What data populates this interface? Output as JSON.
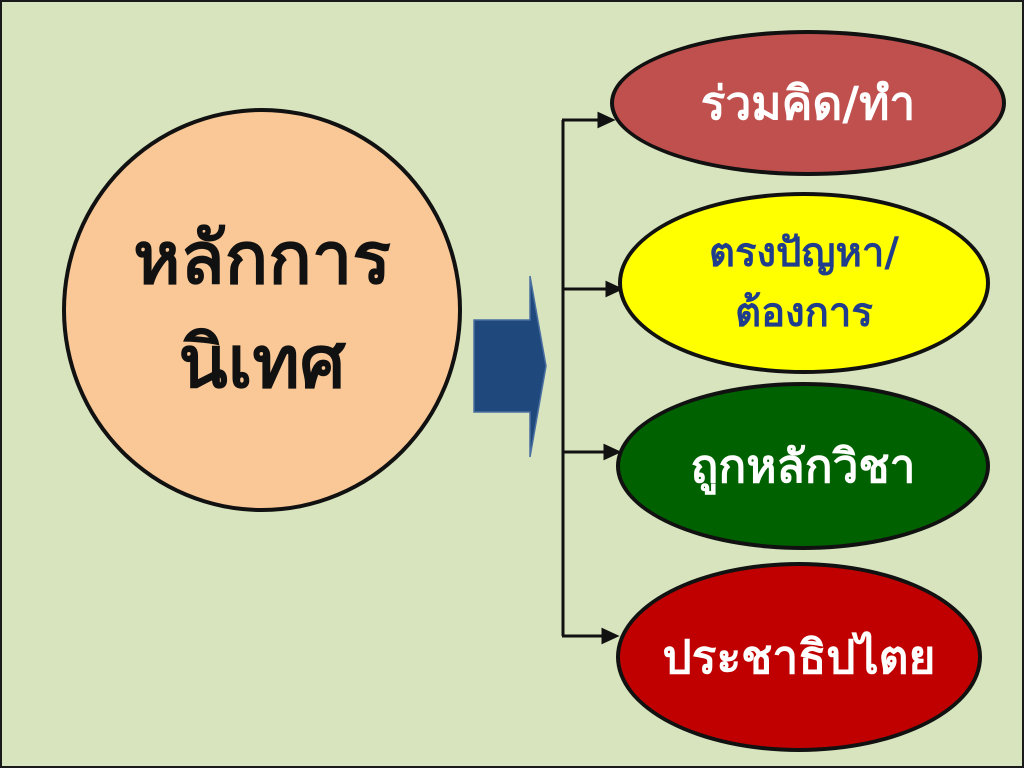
{
  "main": {
    "line1": "หลักการ",
    "line2": "นิเทศ"
  },
  "items": [
    {
      "label_lines": [
        "ร่วมคิด/ทำ"
      ],
      "fill": "#c0504d",
      "text_color": "#ffffff"
    },
    {
      "label_lines": [
        "ตรงปัญหา/",
        "ต้องการ"
      ],
      "fill": "#ffff00",
      "text_color": "#1f3d8c"
    },
    {
      "label_lines": [
        "ถูกหลักวิชา"
      ],
      "fill": "#006100",
      "text_color": "#ffffff"
    },
    {
      "label_lines": [
        "ประชาธิปไตย"
      ],
      "fill": "#c00000",
      "text_color": "#ffffff"
    }
  ],
  "colors": {
    "background": "#d7e4bd",
    "main_circle": "#fac896",
    "block_arrow": "#1f497d"
  }
}
